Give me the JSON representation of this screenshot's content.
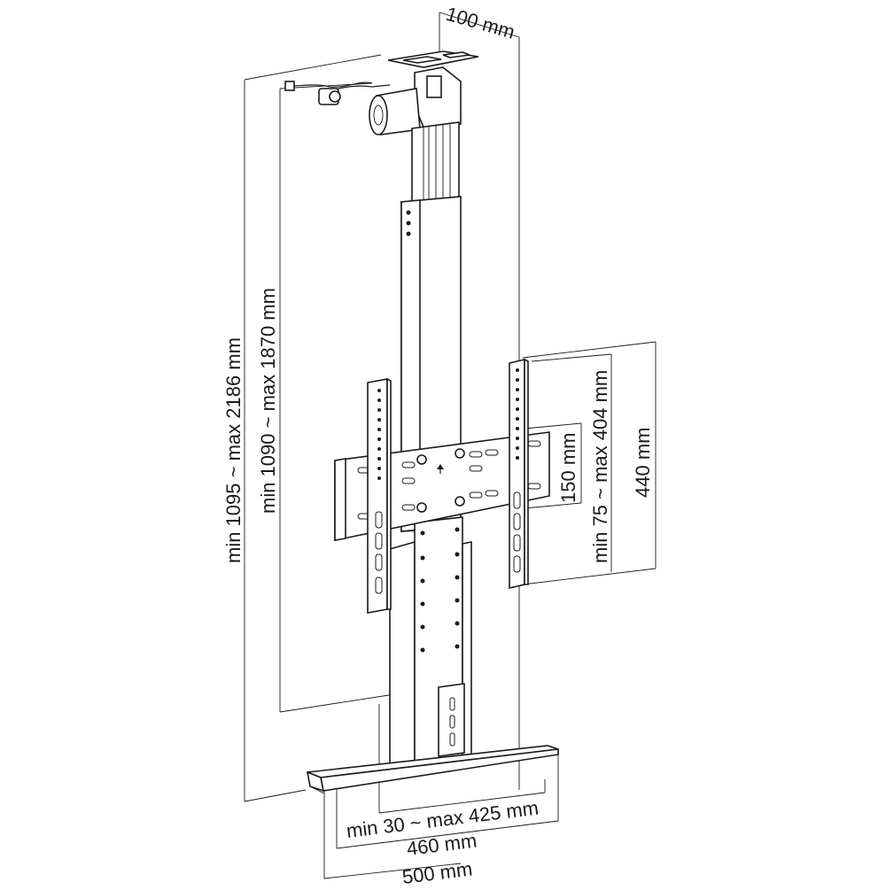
{
  "dimensions": {
    "top_width": "100 mm",
    "total_height": "min 1095 ~ max 2186 mm",
    "mount_height": "min 1090 ~ max 1870 mm",
    "bracket_height": "440 mm",
    "vesa_vertical": "min 75 ~ max 404 mm",
    "rail_spacing": "150 mm",
    "vesa_horizontal": "min 30 ~ max 425 mm",
    "base_inner_width": "460 mm",
    "base_outer_width": "500 mm"
  },
  "colors": {
    "line": "#1a1a1a",
    "background": "#ffffff"
  }
}
